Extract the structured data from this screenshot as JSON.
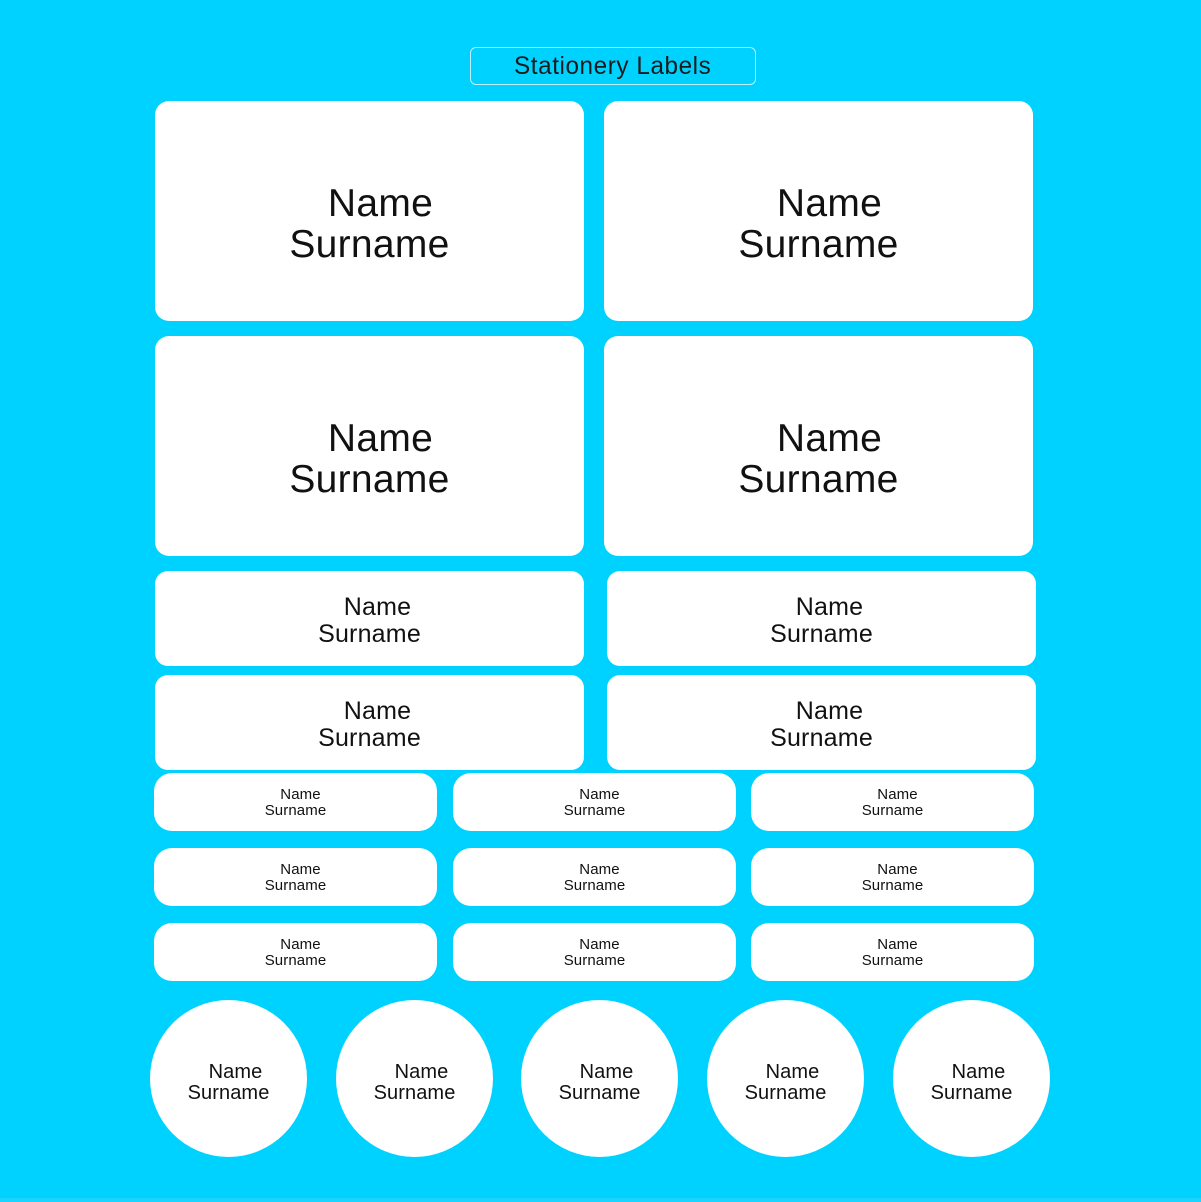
{
  "page": {
    "background_color": "#00d2ff",
    "card_color": "#ffffff",
    "text_color": "#111111"
  },
  "header": {
    "title": "Stationery Labels"
  },
  "labels": {
    "line1": "Name",
    "line2": "Surname"
  },
  "sections": [
    {
      "name": "large-labels",
      "shape": "rounded-rectangle",
      "columns": 2,
      "rows": 2,
      "count": 4,
      "items": [
        {
          "line1": "Name",
          "line2": "Surname"
        },
        {
          "line1": "Name",
          "line2": "Surname"
        },
        {
          "line1": "Name",
          "line2": "Surname"
        },
        {
          "line1": "Name",
          "line2": "Surname"
        }
      ]
    },
    {
      "name": "medium-labels",
      "shape": "rounded-rectangle",
      "columns": 2,
      "rows": 2,
      "count": 4,
      "items": [
        {
          "line1": "Name",
          "line2": "Surname"
        },
        {
          "line1": "Name",
          "line2": "Surname"
        },
        {
          "line1": "Name",
          "line2": "Surname"
        },
        {
          "line1": "Name",
          "line2": "Surname"
        }
      ]
    },
    {
      "name": "small-labels",
      "shape": "pill",
      "columns": 3,
      "rows": 3,
      "count": 9,
      "items": [
        {
          "line1": "Name",
          "line2": "Surname"
        },
        {
          "line1": "Name",
          "line2": "Surname"
        },
        {
          "line1": "Name",
          "line2": "Surname"
        },
        {
          "line1": "Name",
          "line2": "Surname"
        },
        {
          "line1": "Name",
          "line2": "Surname"
        },
        {
          "line1": "Name",
          "line2": "Surname"
        },
        {
          "line1": "Name",
          "line2": "Surname"
        },
        {
          "line1": "Name",
          "line2": "Surname"
        },
        {
          "line1": "Name",
          "line2": "Surname"
        }
      ]
    },
    {
      "name": "circle-labels",
      "shape": "circle",
      "columns": 5,
      "rows": 1,
      "count": 5,
      "items": [
        {
          "line1": "Name",
          "line2": "Surname"
        },
        {
          "line1": "Name",
          "line2": "Surname"
        },
        {
          "line1": "Name",
          "line2": "Surname"
        },
        {
          "line1": "Name",
          "line2": "Surname"
        },
        {
          "line1": "Name",
          "line2": "Surname"
        }
      ]
    }
  ]
}
